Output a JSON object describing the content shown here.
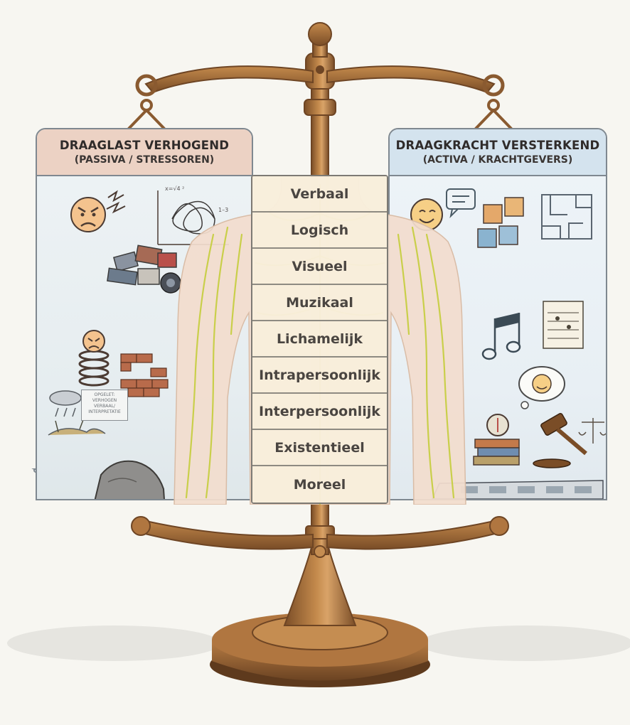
{
  "left_panel": {
    "title": "DRAAGLAST VERHOGEND",
    "subtitle": "(PASSIVA / STRESSOREN)",
    "note_lines": [
      "OPGELET:",
      "VERHOGEN",
      "VERBAAL/",
      "INTERPRETATIE"
    ]
  },
  "right_panel": {
    "title": "DRAAGKRACHT VERSTERKEND",
    "subtitle": "(ACTIVA / KRACHTGEVERS)"
  },
  "intelligences": [
    "Verbaal",
    "Logisch",
    "Visueel",
    "Muzikaal",
    "Lichamelijk",
    "Intrapersoonlijk",
    "Interpersoonlijk",
    "Existentieel",
    "Moreel"
  ],
  "colors": {
    "background": "#f7f6f1",
    "brass": "#a8743e",
    "brass_dark": "#6e4524",
    "left_header": "#ecd2c4",
    "right_header": "#d4e3ee",
    "body_skin": "#f2ddce",
    "nerves": "#c9cf4a",
    "list_bg": "#f6ecd8"
  },
  "icons": [
    "angry-face-icon",
    "lightning-icon",
    "scribble-icon",
    "debris-pile-icon",
    "spring-face-icon",
    "broken-wall-icon",
    "rain-cloud-icon",
    "boulder-icon",
    "smiley-face-icon",
    "chat-bubble-icon",
    "puzzle-icon",
    "maze-icon",
    "music-notes-icon",
    "sheet-music-icon",
    "thought-bubble-icon",
    "compass-icon",
    "books-icon",
    "gavel-icon",
    "justice-scale-icon",
    "train-icon"
  ]
}
